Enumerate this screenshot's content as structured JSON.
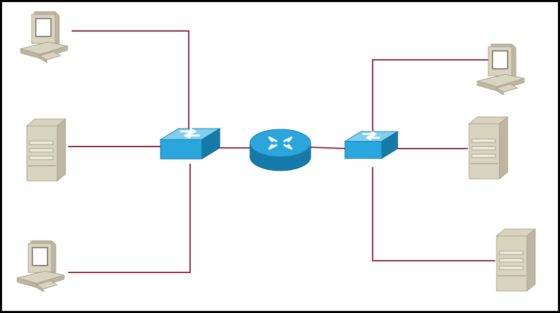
{
  "diagram": {
    "kind": "network-topology",
    "colors": {
      "link": "#9a2a44",
      "device_blue": "#2aa6dc",
      "device_blue_dark": "#157aa8",
      "device_blue_light": "#7fd0f0",
      "beige": "#d9d4c0",
      "beige_dark": "#a9a38d",
      "screen": "#ffffff",
      "background": "#ffffff",
      "frame": "#000000"
    },
    "nodes": [
      {
        "id": "pc-1",
        "type": "workstation",
        "icon": "desktop-computer-icon"
      },
      {
        "id": "server-1",
        "type": "server",
        "icon": "server-tower-icon"
      },
      {
        "id": "pc-2",
        "type": "workstation",
        "icon": "desktop-computer-icon"
      },
      {
        "id": "switch-1",
        "type": "switch",
        "icon": "switch-icon"
      },
      {
        "id": "router-1",
        "type": "router",
        "icon": "router-icon"
      },
      {
        "id": "switch-2",
        "type": "switch",
        "icon": "switch-icon"
      },
      {
        "id": "pc-3",
        "type": "workstation",
        "icon": "desktop-computer-icon"
      },
      {
        "id": "server-2",
        "type": "server",
        "icon": "server-tower-icon"
      },
      {
        "id": "server-3",
        "type": "server",
        "icon": "server-tower-icon"
      }
    ],
    "links": [
      {
        "from": "pc-1",
        "to": "switch-1"
      },
      {
        "from": "server-1",
        "to": "switch-1"
      },
      {
        "from": "pc-2",
        "to": "switch-1"
      },
      {
        "from": "switch-1",
        "to": "router-1"
      },
      {
        "from": "router-1",
        "to": "switch-2"
      },
      {
        "from": "switch-2",
        "to": "pc-3"
      },
      {
        "from": "switch-2",
        "to": "server-2"
      },
      {
        "from": "switch-2",
        "to": "server-3"
      }
    ]
  }
}
